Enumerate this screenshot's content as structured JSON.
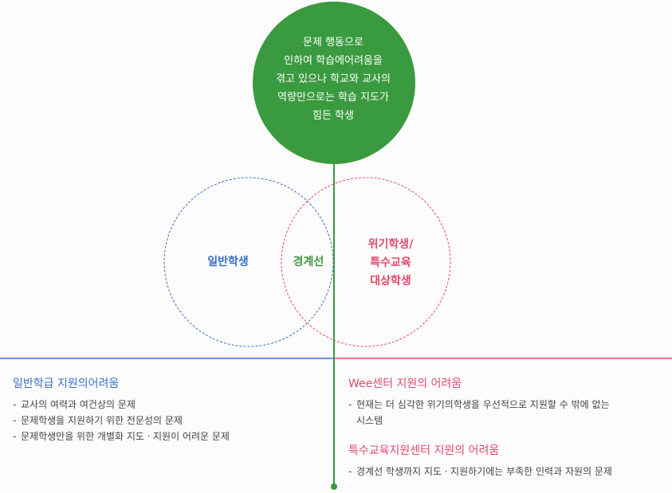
{
  "top_circle": {
    "lines": [
      "문제 행동으로",
      "인하여 학습에어려움을",
      "겪고 있으나 학교와 교사의",
      "역량만으로는 학습 지도가",
      "힘든 학생"
    ]
  },
  "venn": {
    "left_label": "일반학생",
    "middle_label": "경계선",
    "right_label_lines": [
      "위기학생/",
      "특수교육",
      "대상학생"
    ]
  },
  "sections": {
    "general": {
      "title": "일반학급 지원의어려움",
      "items": [
        "교사의 여력과 여건상의 문제",
        "문제학생을 지원하기 위한 전문성의 문제",
        "문제학생만을 위한 개별화 지도ㆍ지원이 어려운 문제"
      ]
    },
    "wee": {
      "title": "Wee센터 지원의 어려움",
      "items": [
        {
          "line1": "현재는 더 심각한 위기의학생을 우선적으로 지원할 수 밖에 없는",
          "line2": "시스템"
        }
      ]
    },
    "special": {
      "title": "특수교육지원센터 지원의 어려움",
      "items": [
        "경계선 학생까지 지도ㆍ지원하기에는 부족한 인력과 자원의 문제"
      ]
    }
  },
  "colors": {
    "green": "#3a9a3f",
    "blue": "#3b6fc8",
    "pink": "#e34a6d"
  }
}
